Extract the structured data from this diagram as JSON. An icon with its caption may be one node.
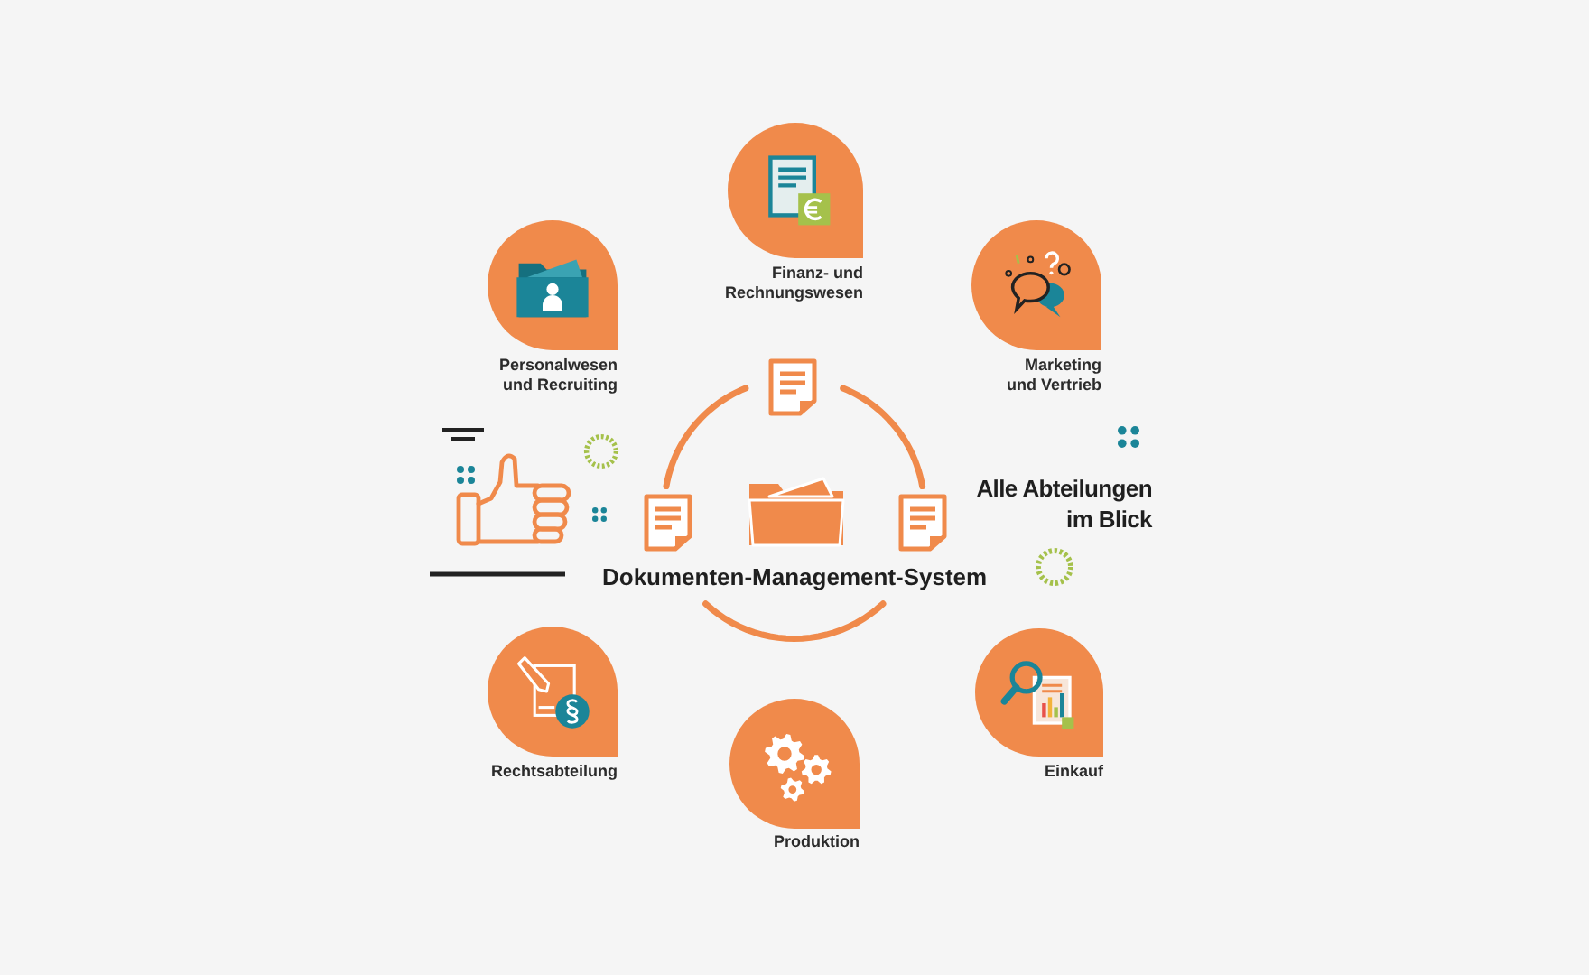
{
  "diagram": {
    "nodes": [
      {
        "text": [
          "Finanz- und Rechnungswesen"
        ]
      },
      {
        "text": [
          "Personalwesen und Recruiting"
        ]
      },
      {
        "text": [
          "Marketing und Vertrieb"
        ]
      },
      {
        "text": [
          "Dokumenten-Management-System"
        ]
      },
      {
        "text": [
          "Rechtsabteilung"
        ]
      },
      {
        "text": [
          "Einkauf"
        ]
      },
      {
        "text": [
          "Produktion"
        ]
      }
    ],
    "labels": [
      "Alle Abteilungen im Blick"
    ]
  }
}
